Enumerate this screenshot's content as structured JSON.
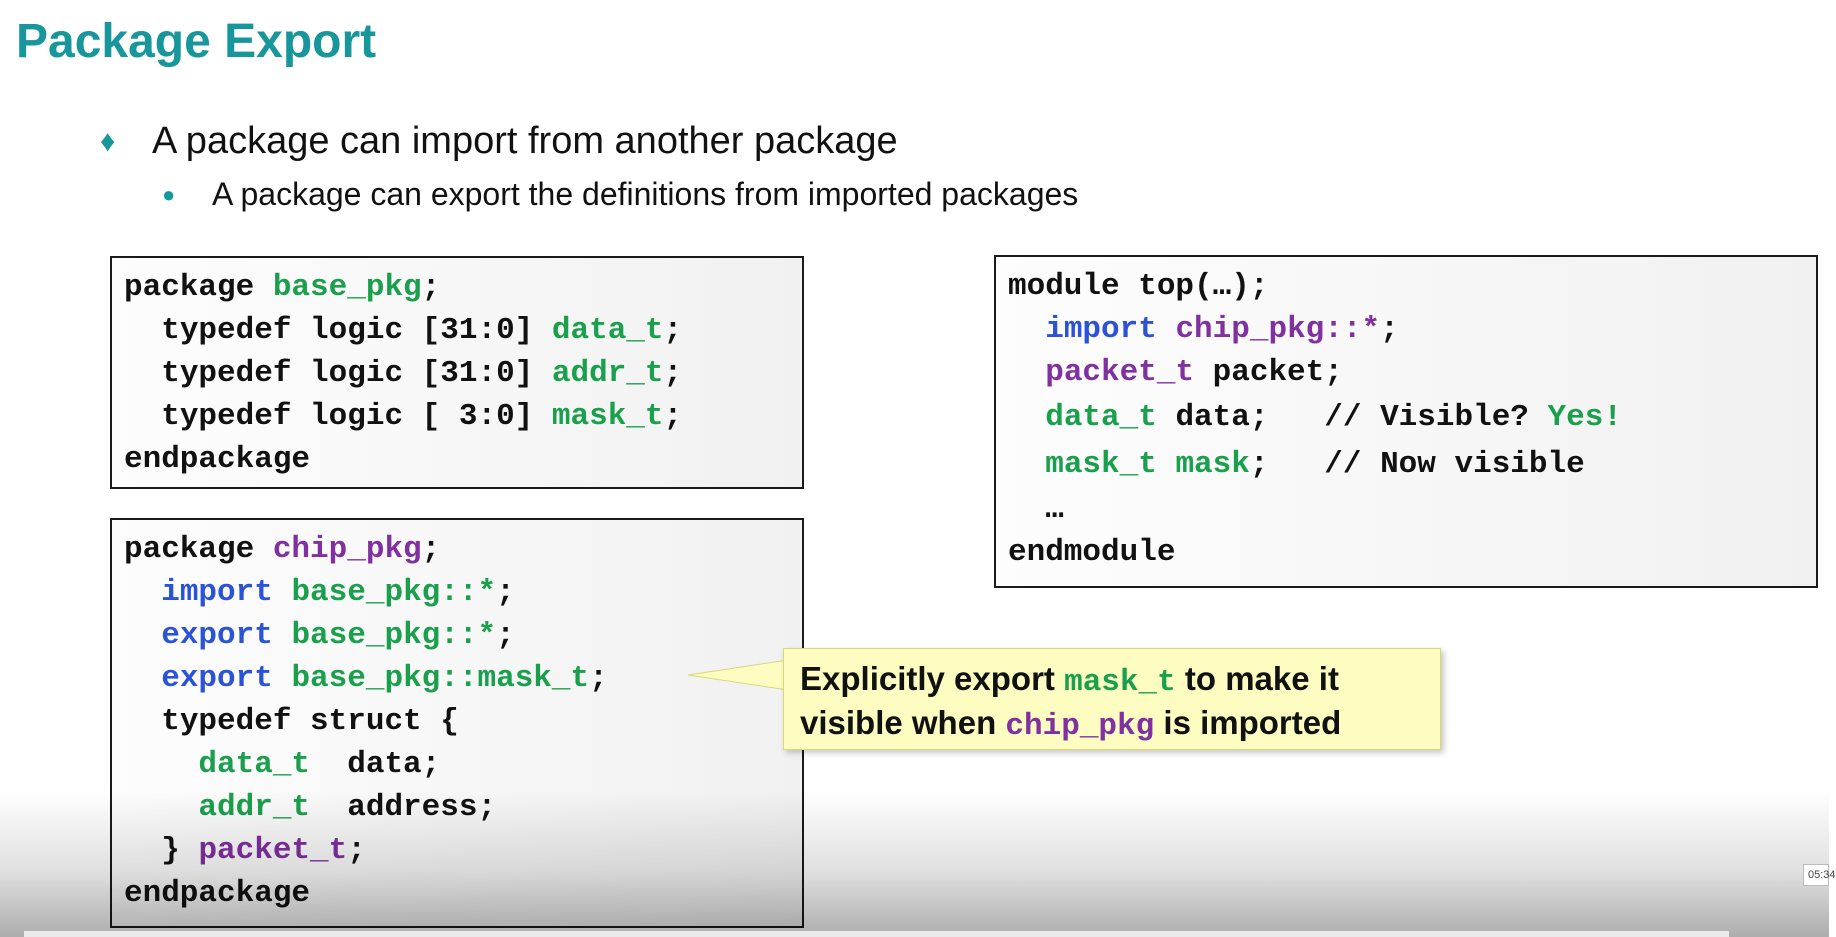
{
  "slide": {
    "title": "Package Export",
    "bullet1": "A package can import from another package",
    "bullet2": "A package can export the definitions from imported packages"
  },
  "icons": {
    "bullet1_icon": "diamond-bullet-icon",
    "bullet2_icon": "dot-bullet-icon"
  },
  "code_base_pkg": {
    "l1_kw": "package ",
    "l1_name": "base_pkg",
    "l1_end": ";",
    "l2_text": "typedef logic [31:0] ",
    "l2_type": "data_t",
    "l2_end": ";",
    "l3_text": "typedef logic [31:0] ",
    "l3_type": "addr_t",
    "l3_end": ";",
    "l4_text": "typedef logic [ 3:0] ",
    "l4_type": "mask_t",
    "l4_end": ";",
    "l5": "endpackage"
  },
  "code_chip_pkg": {
    "l1_kw": "package ",
    "l1_name": "chip_pkg",
    "l1_end": ";",
    "l2_kw": "import ",
    "l2_ref": "base_pkg::*",
    "l2_end": ";",
    "l3_kw": "export ",
    "l3_ref": "base_pkg::*",
    "l3_end": ";",
    "l4_kw": "export ",
    "l4_ref": "base_pkg::mask_t",
    "l4_end": ";",
    "l5": "typedef struct {",
    "l6_type": "data_t",
    "l6_rest": "  data;",
    "l7_type": "addr_t",
    "l7_rest": "  address;",
    "l8_open": "} ",
    "l8_name": "packet_t",
    "l8_end": ";",
    "l9": "endpackage"
  },
  "code_top": {
    "l1": "module top(…);",
    "l2_kw": "import ",
    "l2_ref": "chip_pkg::*",
    "l2_end": ";",
    "l3_type": "packet_t",
    "l3_rest": " packet;",
    "l4_type": "data_t",
    "l4_rest": " data;   // Visible? ",
    "l4_yes": "Yes!",
    "l5_type": "mask_t mask",
    "l5_rest": ";   // Now visible",
    "l6": "…",
    "l7": "endmodule"
  },
  "callout": {
    "line1_a": "Explicitly export ",
    "line1_code": "mask_t",
    "line1_b": " to make it",
    "line2_a": "visible when ",
    "line2_code": "chip_pkg",
    "line2_b": " is imported"
  },
  "player": {
    "timestamp": "05:34"
  },
  "colors": {
    "title": "#17969b",
    "keyword_blue": "#2b53d8",
    "type_green": "#1aa04c",
    "name_purple": "#8030a0",
    "callout_bg": "#fdfdc2"
  }
}
